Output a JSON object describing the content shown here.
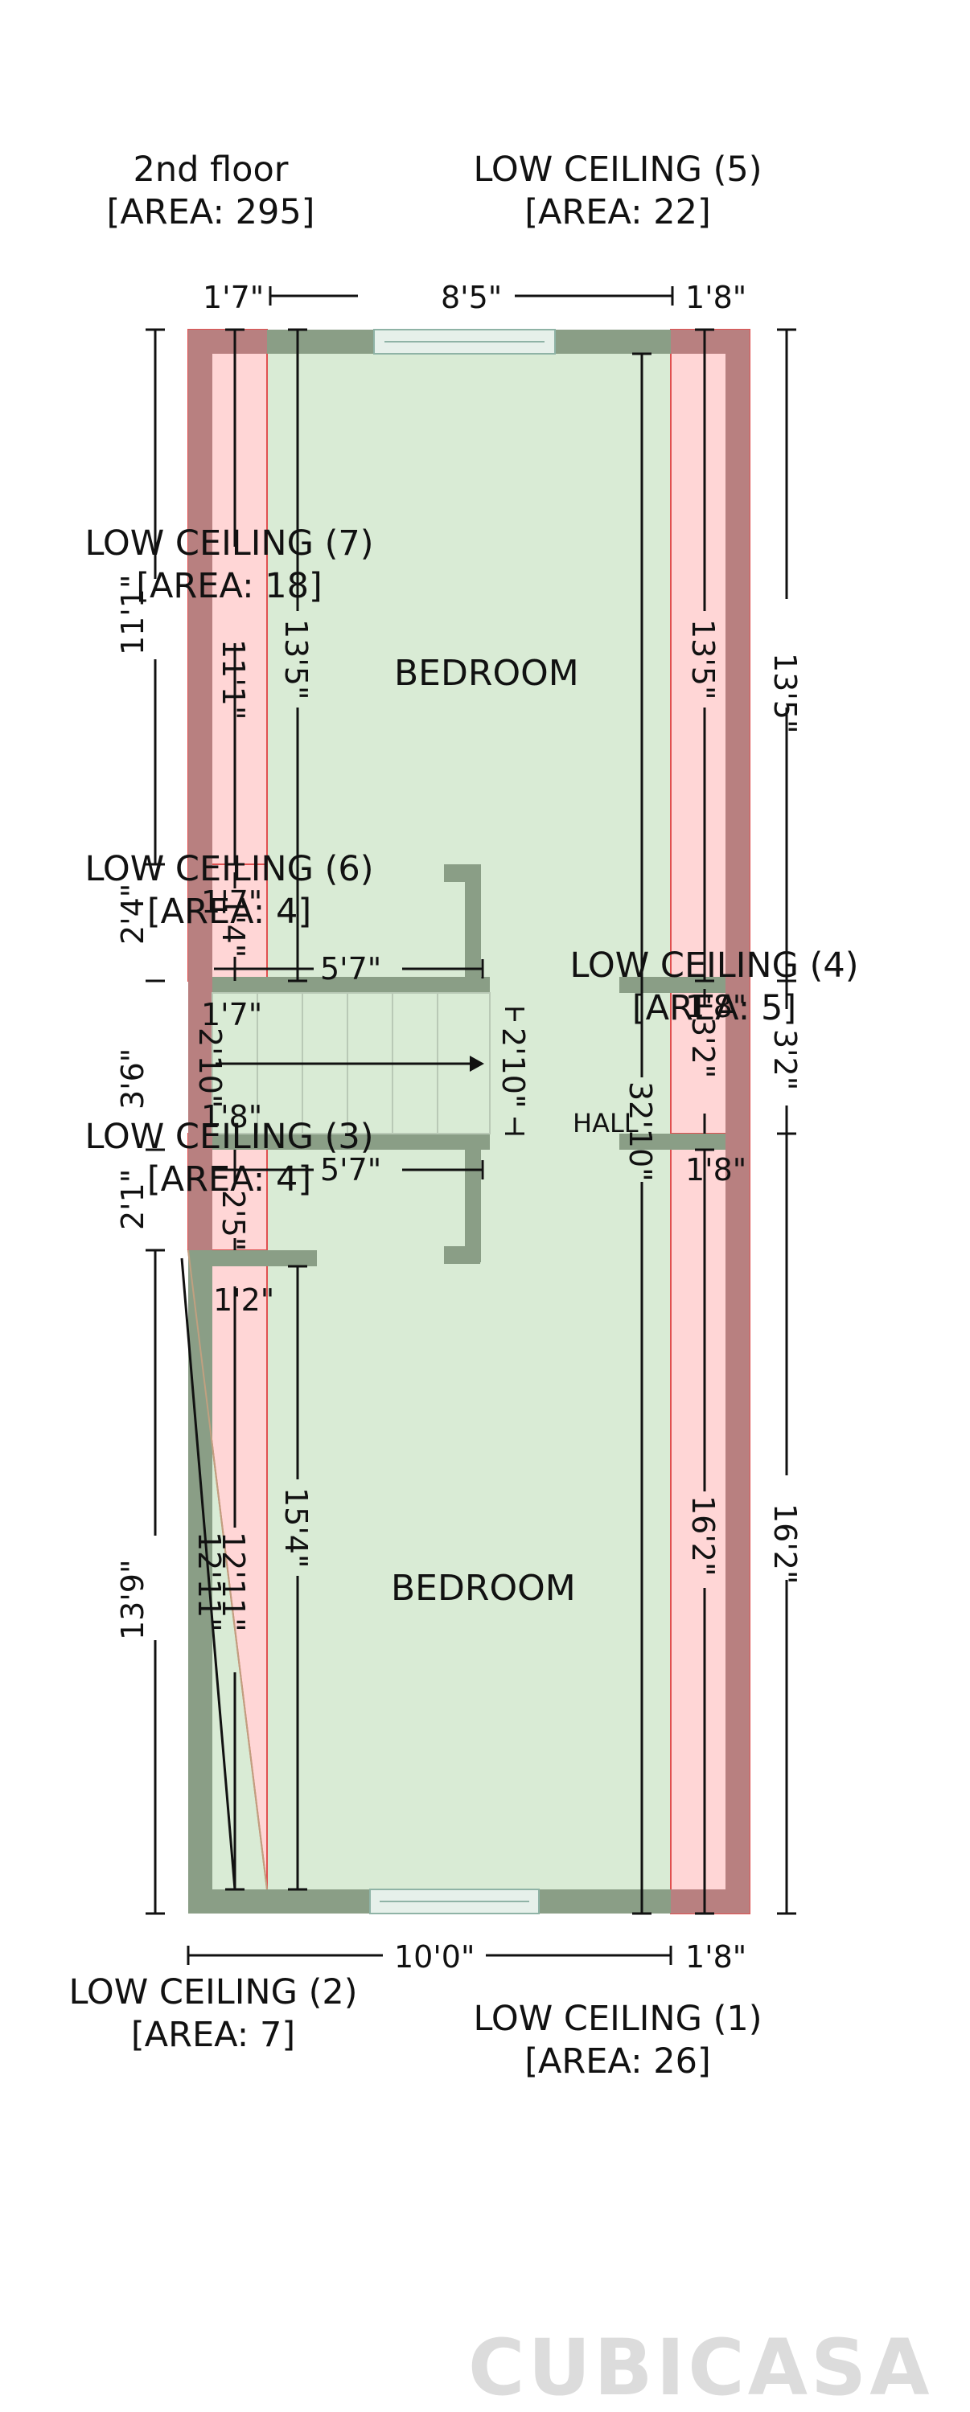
{
  "floor": {
    "name": "2nd floor",
    "area": "[AREA: 295]"
  },
  "rooms": [
    {
      "id": "bedroom-top",
      "label": "BEDROOM"
    },
    {
      "id": "bedroom-bottom",
      "label": "BEDROOM"
    },
    {
      "id": "hall",
      "label": "HALL"
    }
  ],
  "low_ceilings": [
    {
      "id": "lc1",
      "title": "LOW CEILING (1)",
      "area": "[AREA: 26]"
    },
    {
      "id": "lc2",
      "title": "LOW CEILING (2)",
      "area": "[AREA: 7]"
    },
    {
      "id": "lc3",
      "title": "LOW CEILING (3)",
      "area": "[AREA: 4]"
    },
    {
      "id": "lc4",
      "title": "LOW CEILING (4)",
      "area": "[AREA: 5]"
    },
    {
      "id": "lc5",
      "title": "LOW CEILING (5)",
      "area": "[AREA: 22]"
    },
    {
      "id": "lc6",
      "title": "LOW CEILING (6)",
      "area": "[AREA: 4]"
    },
    {
      "id": "lc7",
      "title": "LOW CEILING (7)",
      "area": "[AREA: 18]"
    }
  ],
  "dimensions": {
    "top_left": "1'7\"",
    "top_mid": "8'5\"",
    "top_right": "1'8\"",
    "bottom_mid": "10'0\"",
    "bottom_right": "1'8\"",
    "right_upper": "13'5\"",
    "right_mid": "3'2\"",
    "right_lower": "16'2\"",
    "left_upper": "11'1\"",
    "left_b": "2'4\"",
    "left_c": "3'6\"",
    "left_d": "2'1\"",
    "left_lower": "13'9\"",
    "lc7_inner": "11'1\"",
    "bed_top_inner_left": "13'5\"",
    "bed_top_inner_right": "13'5\"",
    "lc6_w": "1'7\"",
    "lc6_h": "1'4\"",
    "stair_top": "5'7\"",
    "stair_bottom": "5'7\"",
    "stair_left_w": "1'7\"",
    "stair_left_h": "2'10\"",
    "stair_right_h": "2'10\"",
    "lc3_w": "1'8\"",
    "lc3_h": "2'5\"",
    "lc2_w": "1'2\"",
    "hall_right_w": "1'8\"",
    "lc4_h": "3'2\"",
    "lc4_w": "1'8\"",
    "center_long": "32'10\"",
    "bed_bot_inner_left": "15'4\"",
    "bed_bot_inner_right": "16'2\"",
    "lc2_a": "12'11\"",
    "lc2_b": "12'11\""
  },
  "branding": {
    "logo": "CUBICASA"
  },
  "colors": {
    "wall": "#8a9e86",
    "room_fill": "#d9ebd5",
    "low_ceiling_fill": "#ffd6d6",
    "low_ceiling_wall": "#b88080",
    "low_ceiling_border": "#e05050"
  }
}
